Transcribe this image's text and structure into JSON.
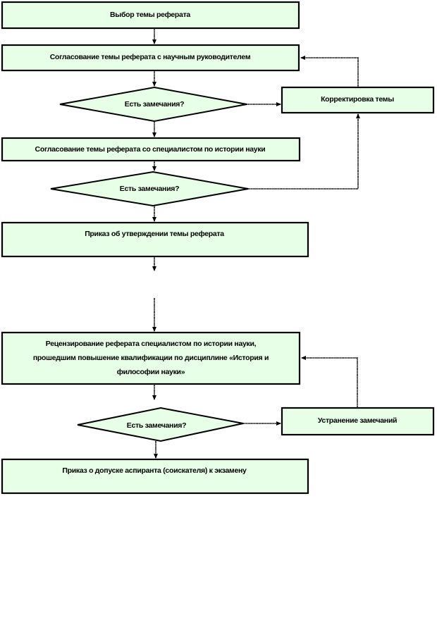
{
  "diagram": {
    "type": "flowchart",
    "colors": {
      "fill": "#e6ffe6",
      "stroke": "#000000",
      "text": "#000000"
    },
    "nodes": {
      "choose_topic": {
        "shape": "process",
        "lines": [
          "Выбор темы реферата"
        ]
      },
      "agree_supervisor": {
        "shape": "process",
        "lines": [
          "Согласование темы реферата с научным руководителем"
        ]
      },
      "decision_1": {
        "shape": "decision",
        "lines": [
          "Есть замечания?"
        ]
      },
      "correct_topic": {
        "shape": "process",
        "lines": [
          "Корректировка темы"
        ]
      },
      "agree_specialist": {
        "shape": "process",
        "lines": [
          "Согласование темы реферата со специалистом по истории науки"
        ]
      },
      "decision_2": {
        "shape": "decision",
        "lines": [
          "Есть замечания?"
        ]
      },
      "approval_order": {
        "shape": "process",
        "lines": [
          "Приказ  об утверждении  темы реферата"
        ]
      },
      "review": {
        "shape": "process",
        "lines": [
          "Рецензирование  реферата специалистом по истории науки,",
          "прошедшим  повышение  квалификации по дисциплине  «История и",
          "философии науки»"
        ]
      },
      "decision_3": {
        "shape": "decision",
        "lines": [
          "Есть замечания?"
        ]
      },
      "fix_remarks": {
        "shape": "process",
        "lines": [
          "Устранение замечаний"
        ]
      },
      "admission_order": {
        "shape": "process",
        "lines": [
          "Приказ  о допуске аспиранта (соискателя) к экзамену"
        ]
      }
    },
    "edges": [
      {
        "from": "choose_topic",
        "to": "agree_supervisor"
      },
      {
        "from": "agree_supervisor",
        "to": "decision_1"
      },
      {
        "from": "decision_1",
        "to": "correct_topic"
      },
      {
        "from": "decision_1",
        "to": "agree_specialist"
      },
      {
        "from": "correct_topic",
        "to": "agree_supervisor"
      },
      {
        "from": "agree_specialist",
        "to": "decision_2"
      },
      {
        "from": "decision_2",
        "to": "correct_topic"
      },
      {
        "from": "decision_2",
        "to": "approval_order"
      },
      {
        "from": "approval_order",
        "to": "review"
      },
      {
        "from": "review",
        "to": "decision_3"
      },
      {
        "from": "decision_3",
        "to": "fix_remarks"
      },
      {
        "from": "fix_remarks",
        "to": "review"
      },
      {
        "from": "decision_3",
        "to": "admission_order"
      }
    ]
  }
}
